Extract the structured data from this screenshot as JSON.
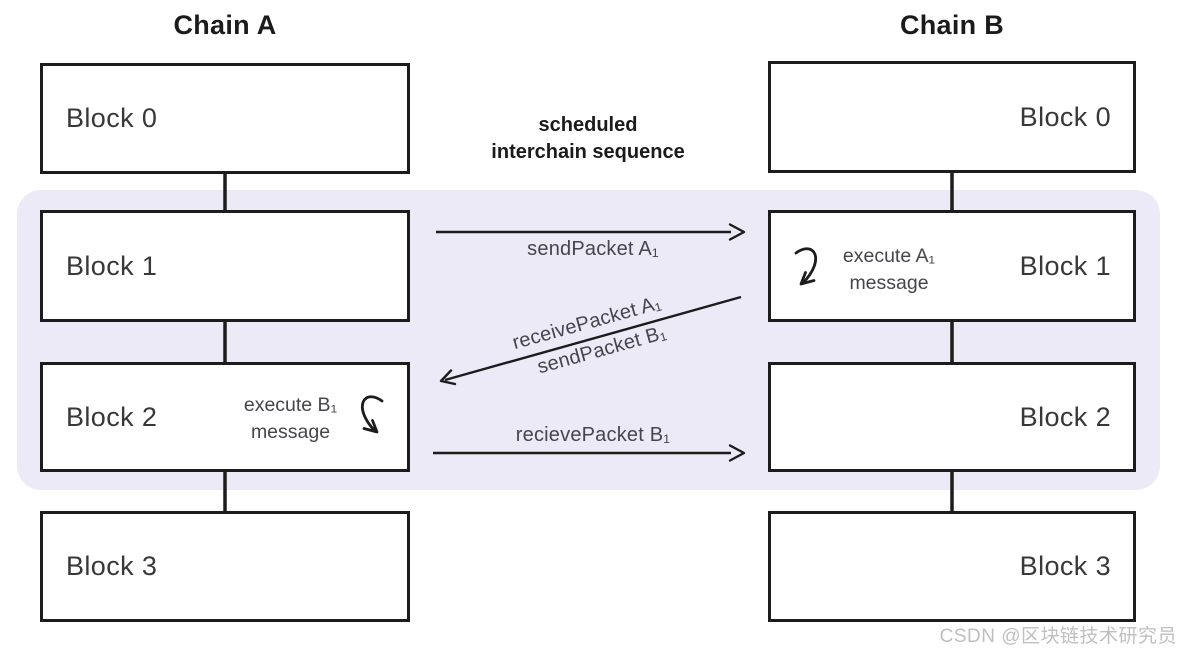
{
  "chain_a": {
    "title": "Chain A",
    "blocks": [
      "Block 0",
      "Block 1",
      "Block 2",
      "Block 3"
    ]
  },
  "chain_b": {
    "title": "Chain B",
    "blocks": [
      "Block 0",
      "Block 1",
      "Block 2",
      "Block 3"
    ]
  },
  "center_note": {
    "line1": "scheduled",
    "line2": "interchain sequence"
  },
  "messages": {
    "send_a": "sendPacket A₁",
    "receive_a": "receivePacket A₁",
    "send_b": "sendPacket B₁",
    "receive_b": "recievePacket B₁"
  },
  "annotations": {
    "execute_a": {
      "line1": "execute A₁",
      "line2": "message"
    },
    "execute_b": {
      "line1": "execute B₁",
      "line2": "message"
    }
  },
  "watermark": "CSDN @区块链技术研究员",
  "colors": {
    "highlight_band": "#edeaf7",
    "stroke": "#1c1c1c",
    "block_label": "#383838",
    "arrow_label": "#45454b",
    "watermark_text": "#bfbfbf"
  }
}
